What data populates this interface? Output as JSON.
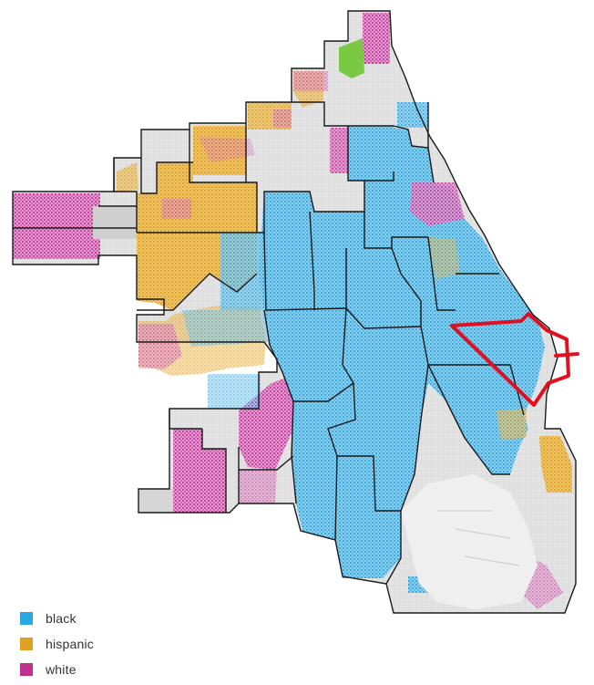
{
  "legend": {
    "items": [
      {
        "key": "black",
        "label": "black",
        "color": "#2aa6e0"
      },
      {
        "key": "hispanic",
        "label": "hispanic",
        "color": "#e0a020"
      },
      {
        "key": "white",
        "label": "white",
        "color": "#c0308e"
      }
    ]
  },
  "colors": {
    "background": "#ffffff",
    "lake": "#ffffff",
    "land_gray": "#d9d9d9",
    "boundary": "#1a1a1a",
    "annotation": "#e01020",
    "other_green": "#7ac943"
  }
}
